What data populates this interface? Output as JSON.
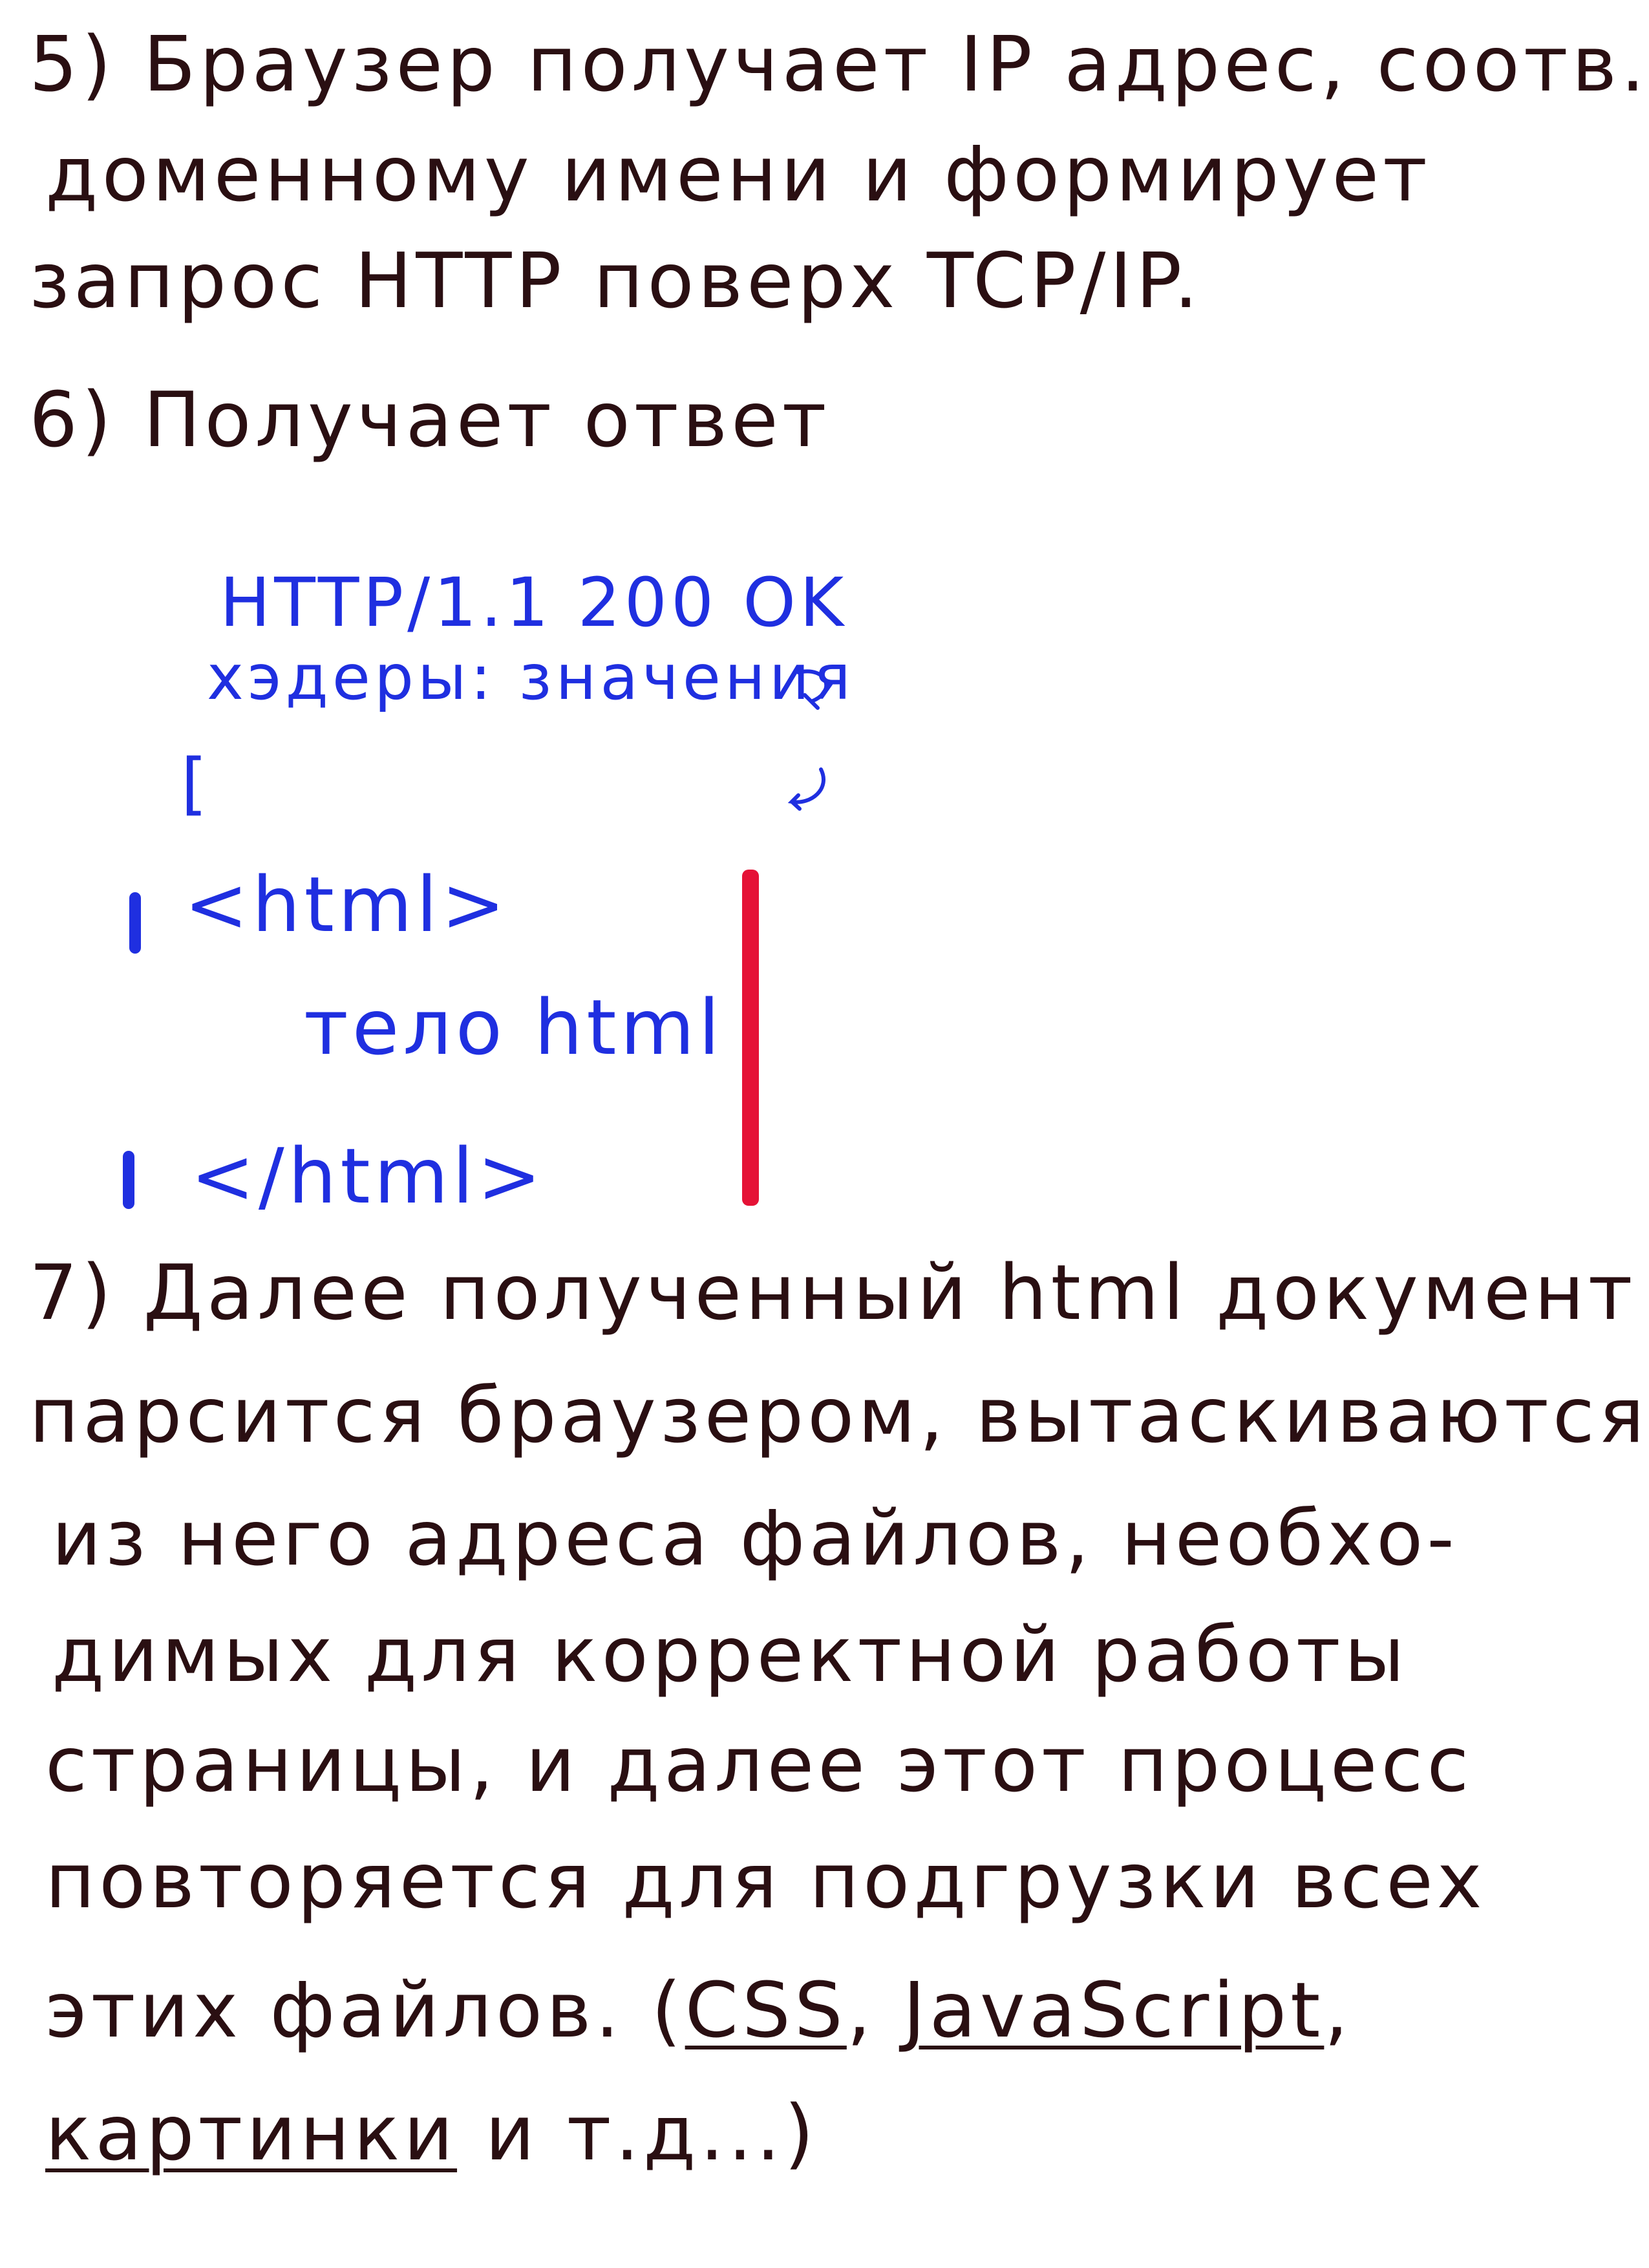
{
  "notes": {
    "step5": {
      "line1": "5) Браузер получает IP адрес, соотв.",
      "line2": "доменному имени и формирует",
      "line3": "запрос HTTP поверх TCP/IP."
    },
    "step6": {
      "line1": "6) Получает ответ"
    },
    "response": {
      "status_line": "HTTP/1.1  200 OK",
      "headers_line": "хэдеры: значения",
      "bracket": "[",
      "html_open": "<html>",
      "body_text": "тело html",
      "html_close": "</html>"
    },
    "step7": {
      "line1": "7) Далее полученный html документ",
      "line2": "парсится браузером, вытаскиваются",
      "line3": "из него адреса файлов, необхо-",
      "line4": "димых для корректной работы",
      "line5": "страницы, и далее этот процесс",
      "line6": "повторяется для подгрузки всех",
      "line7_prefix": "этих файлов. (",
      "css": "CSS",
      "comma1": ", ",
      "javascript": "JavaScript",
      "comma2": ",",
      "pictures": "картинки",
      "line8_suffix": " и т.д...)"
    }
  },
  "colors": {
    "ink_dark": "#2a0f12",
    "ink_blue": "#1f2fe0",
    "marker_red": "#e51236",
    "paper": "#ffffff"
  }
}
